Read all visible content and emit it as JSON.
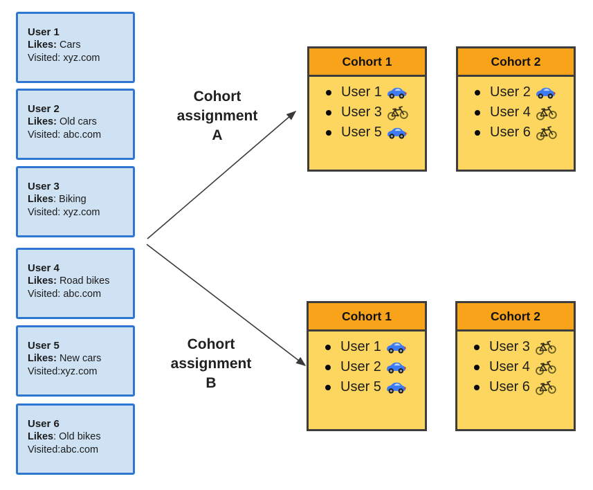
{
  "colors": {
    "page-bg": "#ffffff",
    "user-card-fill": "#cfe2f3",
    "user-card-border": "#2f76d2",
    "cohort-header-fill": "#f9a31a",
    "cohort-body-fill": "#fcd65f",
    "cohort-border": "#3d3d3d",
    "text-dark": "#1a1a1a",
    "arrow-color": "#3a3a3a"
  },
  "users": [
    {
      "name": "User 1",
      "likes_bold": "Likes:",
      "likes_rest": " Cars",
      "visited": "Visited: xyz.com"
    },
    {
      "name": "User 2",
      "likes_bold": "Likes:",
      "likes_rest": " Old cars",
      "visited": "Visited: abc.com"
    },
    {
      "name": "User 3",
      "likes_bold": "Likes",
      "likes_rest": ": Biking",
      "visited": "Visited: xyz.com"
    },
    {
      "name": "User 4",
      "likes_bold": "Likes:",
      "likes_rest": " Road bikes",
      "visited": "Visited: abc.com"
    },
    {
      "name": "User 5",
      "likes_bold": "Likes:",
      "likes_rest": " New cars",
      "visited": "Visited:xyz.com"
    },
    {
      "name": "User 6",
      "likes_bold": "Likes",
      "likes_rest": ": Old bikes",
      "visited": "Visited:abc.com"
    }
  ],
  "cohort_assignments": [
    {
      "id": "A",
      "label_lines": [
        "Cohort",
        "assignment",
        "A"
      ],
      "cohorts": [
        {
          "title": "Cohort 1",
          "items": [
            {
              "label": "User 1",
              "icon": "car-icon"
            },
            {
              "label": "User 3",
              "icon": "bike-icon"
            },
            {
              "label": "User 5",
              "icon": "car-icon"
            }
          ]
        },
        {
          "title": "Cohort 2",
          "items": [
            {
              "label": "User 2",
              "icon": "car-icon"
            },
            {
              "label": "User 4",
              "icon": "bike-icon"
            },
            {
              "label": "User 6",
              "icon": "bike-icon"
            }
          ]
        }
      ]
    },
    {
      "id": "B",
      "label_lines": [
        "Cohort",
        "assignment",
        "B"
      ],
      "cohorts": [
        {
          "title": "Cohort 1",
          "items": [
            {
              "label": "User 1",
              "icon": "car-icon"
            },
            {
              "label": "User 2",
              "icon": "car-icon"
            },
            {
              "label": "User 5",
              "icon": "car-icon"
            }
          ]
        },
        {
          "title": "Cohort 2",
          "items": [
            {
              "label": "User 3",
              "icon": "bike-icon"
            },
            {
              "label": "User 4",
              "icon": "bike-icon"
            },
            {
              "label": "User 6",
              "icon": "bike-icon"
            }
          ]
        }
      ]
    }
  ]
}
